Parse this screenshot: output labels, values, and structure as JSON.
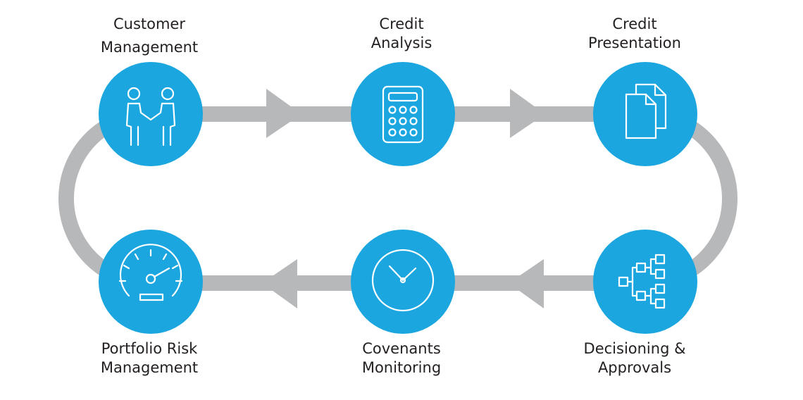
{
  "colors": {
    "circle": "#1ba6e0",
    "track": "#b7b8ba",
    "arrow": "#b7b8ba",
    "icon": "#ffffff",
    "text": "#231f20"
  },
  "steps": [
    {
      "lines": [
        "Customer",
        "Management"
      ],
      "icon": "handshake-icon"
    },
    {
      "lines": [
        "Credit",
        "Analysis"
      ],
      "icon": "calculator-icon"
    },
    {
      "lines": [
        "Credit",
        "Presentation"
      ],
      "icon": "documents-icon"
    },
    {
      "lines": [
        "Decisioning &",
        "Approvals"
      ],
      "icon": "org-chart-icon"
    },
    {
      "lines": [
        "Covenants",
        "Monitoring"
      ],
      "icon": "clock-icon"
    },
    {
      "lines": [
        "Portfolio Risk",
        "Management"
      ],
      "icon": "gauge-icon"
    }
  ]
}
